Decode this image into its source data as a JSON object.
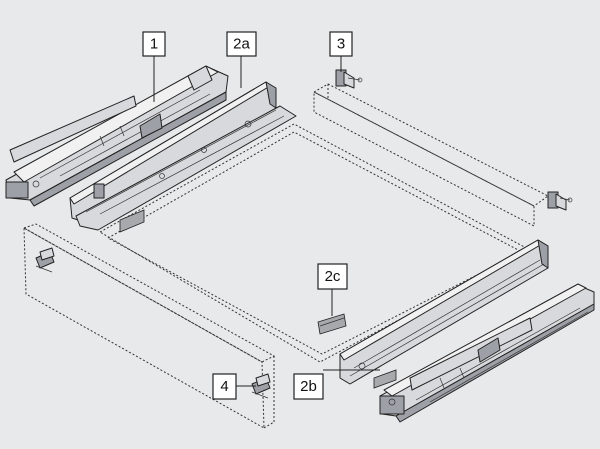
{
  "labels": {
    "runner": "1",
    "side_left": "2a",
    "side_right": "2b",
    "front_clip": "2c",
    "rear_bracket": "3",
    "front_fixing": "4"
  },
  "colors": {
    "background": "#e8e9eb",
    "metal": "#d8d9dc",
    "outline": "#222222",
    "plate": "#a7a9ad"
  }
}
